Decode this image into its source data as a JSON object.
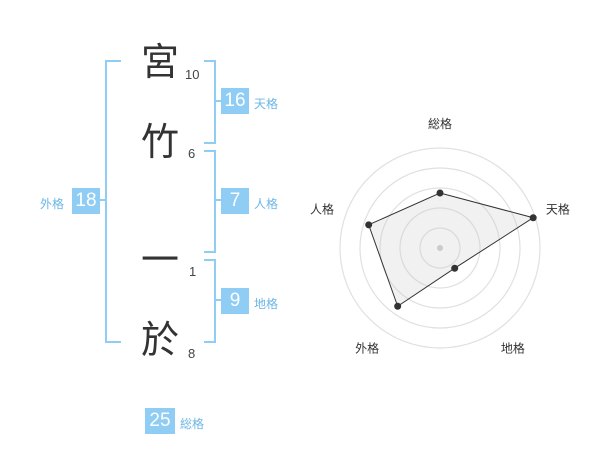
{
  "name": {
    "chars": [
      {
        "char": "宮",
        "strokes": "10"
      },
      {
        "char": "竹",
        "strokes": "6"
      },
      {
        "char": "一",
        "strokes": "1"
      },
      {
        "char": "於",
        "strokes": "8"
      }
    ]
  },
  "kaku": {
    "tenkaku": {
      "value": "16",
      "label": "天格"
    },
    "jinkaku": {
      "value": "7",
      "label": "人格"
    },
    "chikaku": {
      "value": "9",
      "label": "地格"
    },
    "gaikaku": {
      "value": "18",
      "label": "外格"
    },
    "soukaku": {
      "value": "25",
      "label": "総格"
    }
  },
  "colors": {
    "accent": "#8fcdf5",
    "label": "#6cb6e6",
    "text": "#333333"
  },
  "chart_data": {
    "type": "radar",
    "axes": [
      "総格",
      "天格",
      "地格",
      "外格",
      "人格"
    ],
    "values": [
      0.55,
      0.98,
      0.25,
      0.72,
      0.75
    ],
    "range": [
      0,
      1
    ],
    "rings": 5,
    "grid": true
  }
}
